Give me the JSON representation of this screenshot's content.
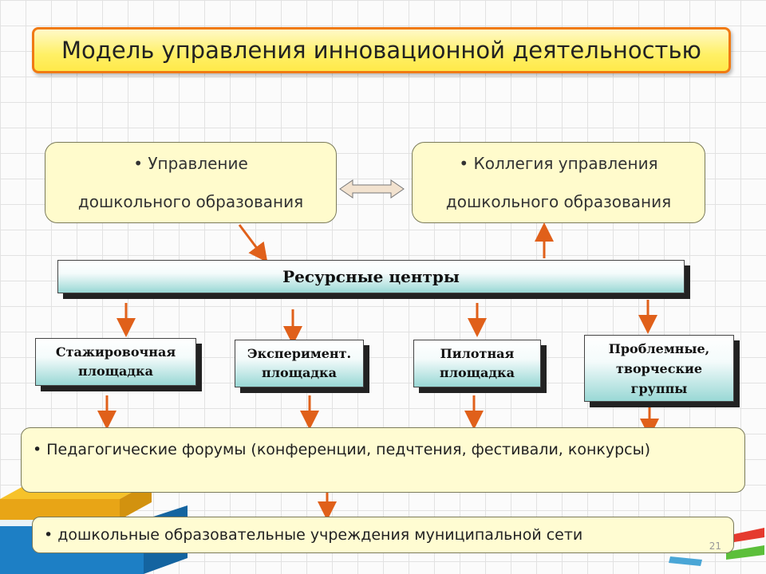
{
  "title": "Модель управления инновационной деятельностью",
  "top_boxes": {
    "left": {
      "line1": "Управление",
      "line2": "дошкольного образования"
    },
    "right": {
      "line1": "Коллегия управления",
      "line2": "дошкольного образования"
    }
  },
  "resource_centers": "Ресурсные центры",
  "sites": [
    {
      "line1": "Стажировочная",
      "line2": "площадка"
    },
    {
      "line1": "Эксперимент.",
      "line2": "площадка"
    },
    {
      "line1": "Пилотная",
      "line2": "площадка"
    },
    {
      "line1": "Проблемные,",
      "line2": "творческие",
      "line3": "группы"
    }
  ],
  "forums": "Педагогические форумы (конференции, педчтения, фестивали, конкурсы)",
  "institutions": "дошкольные образовательные учреждения муниципальной сети",
  "page_number": "21",
  "colors": {
    "arrow": "#e0601a",
    "title_border": "#f07a14",
    "teal": "#99d8d5"
  }
}
